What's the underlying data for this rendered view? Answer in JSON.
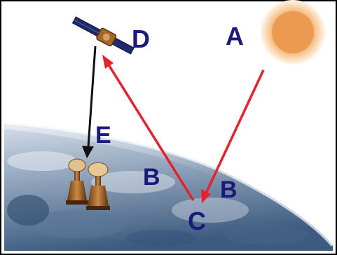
{
  "diagram": {
    "labels": {
      "sun": "A",
      "satellite": "D",
      "incoming": "B",
      "reflected": "B",
      "ground_point": "C",
      "downlink": "E"
    },
    "colors": {
      "arrow_red": "#e8202a",
      "arrow_black": "#111111",
      "label": "#1a1a7a",
      "sun_core": "#ee9a55",
      "sun_glow": "#fbd9ae",
      "earth_dark": "#3c5a7e",
      "earth_light": "#b9c6d6"
    },
    "icons": [
      "sun-icon",
      "satellite-icon",
      "ground-station-icon",
      "earth-surface"
    ]
  }
}
